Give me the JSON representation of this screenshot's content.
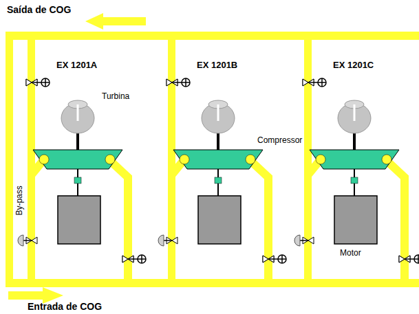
{
  "diagram": {
    "labels": [
      "Saída de COG",
      "EX 1201A",
      "Turbina",
      "EX 1201B",
      "Compressor",
      "EX 1201C",
      "Motor",
      "By-pass",
      "Entrada de COG"
    ]
  }
}
